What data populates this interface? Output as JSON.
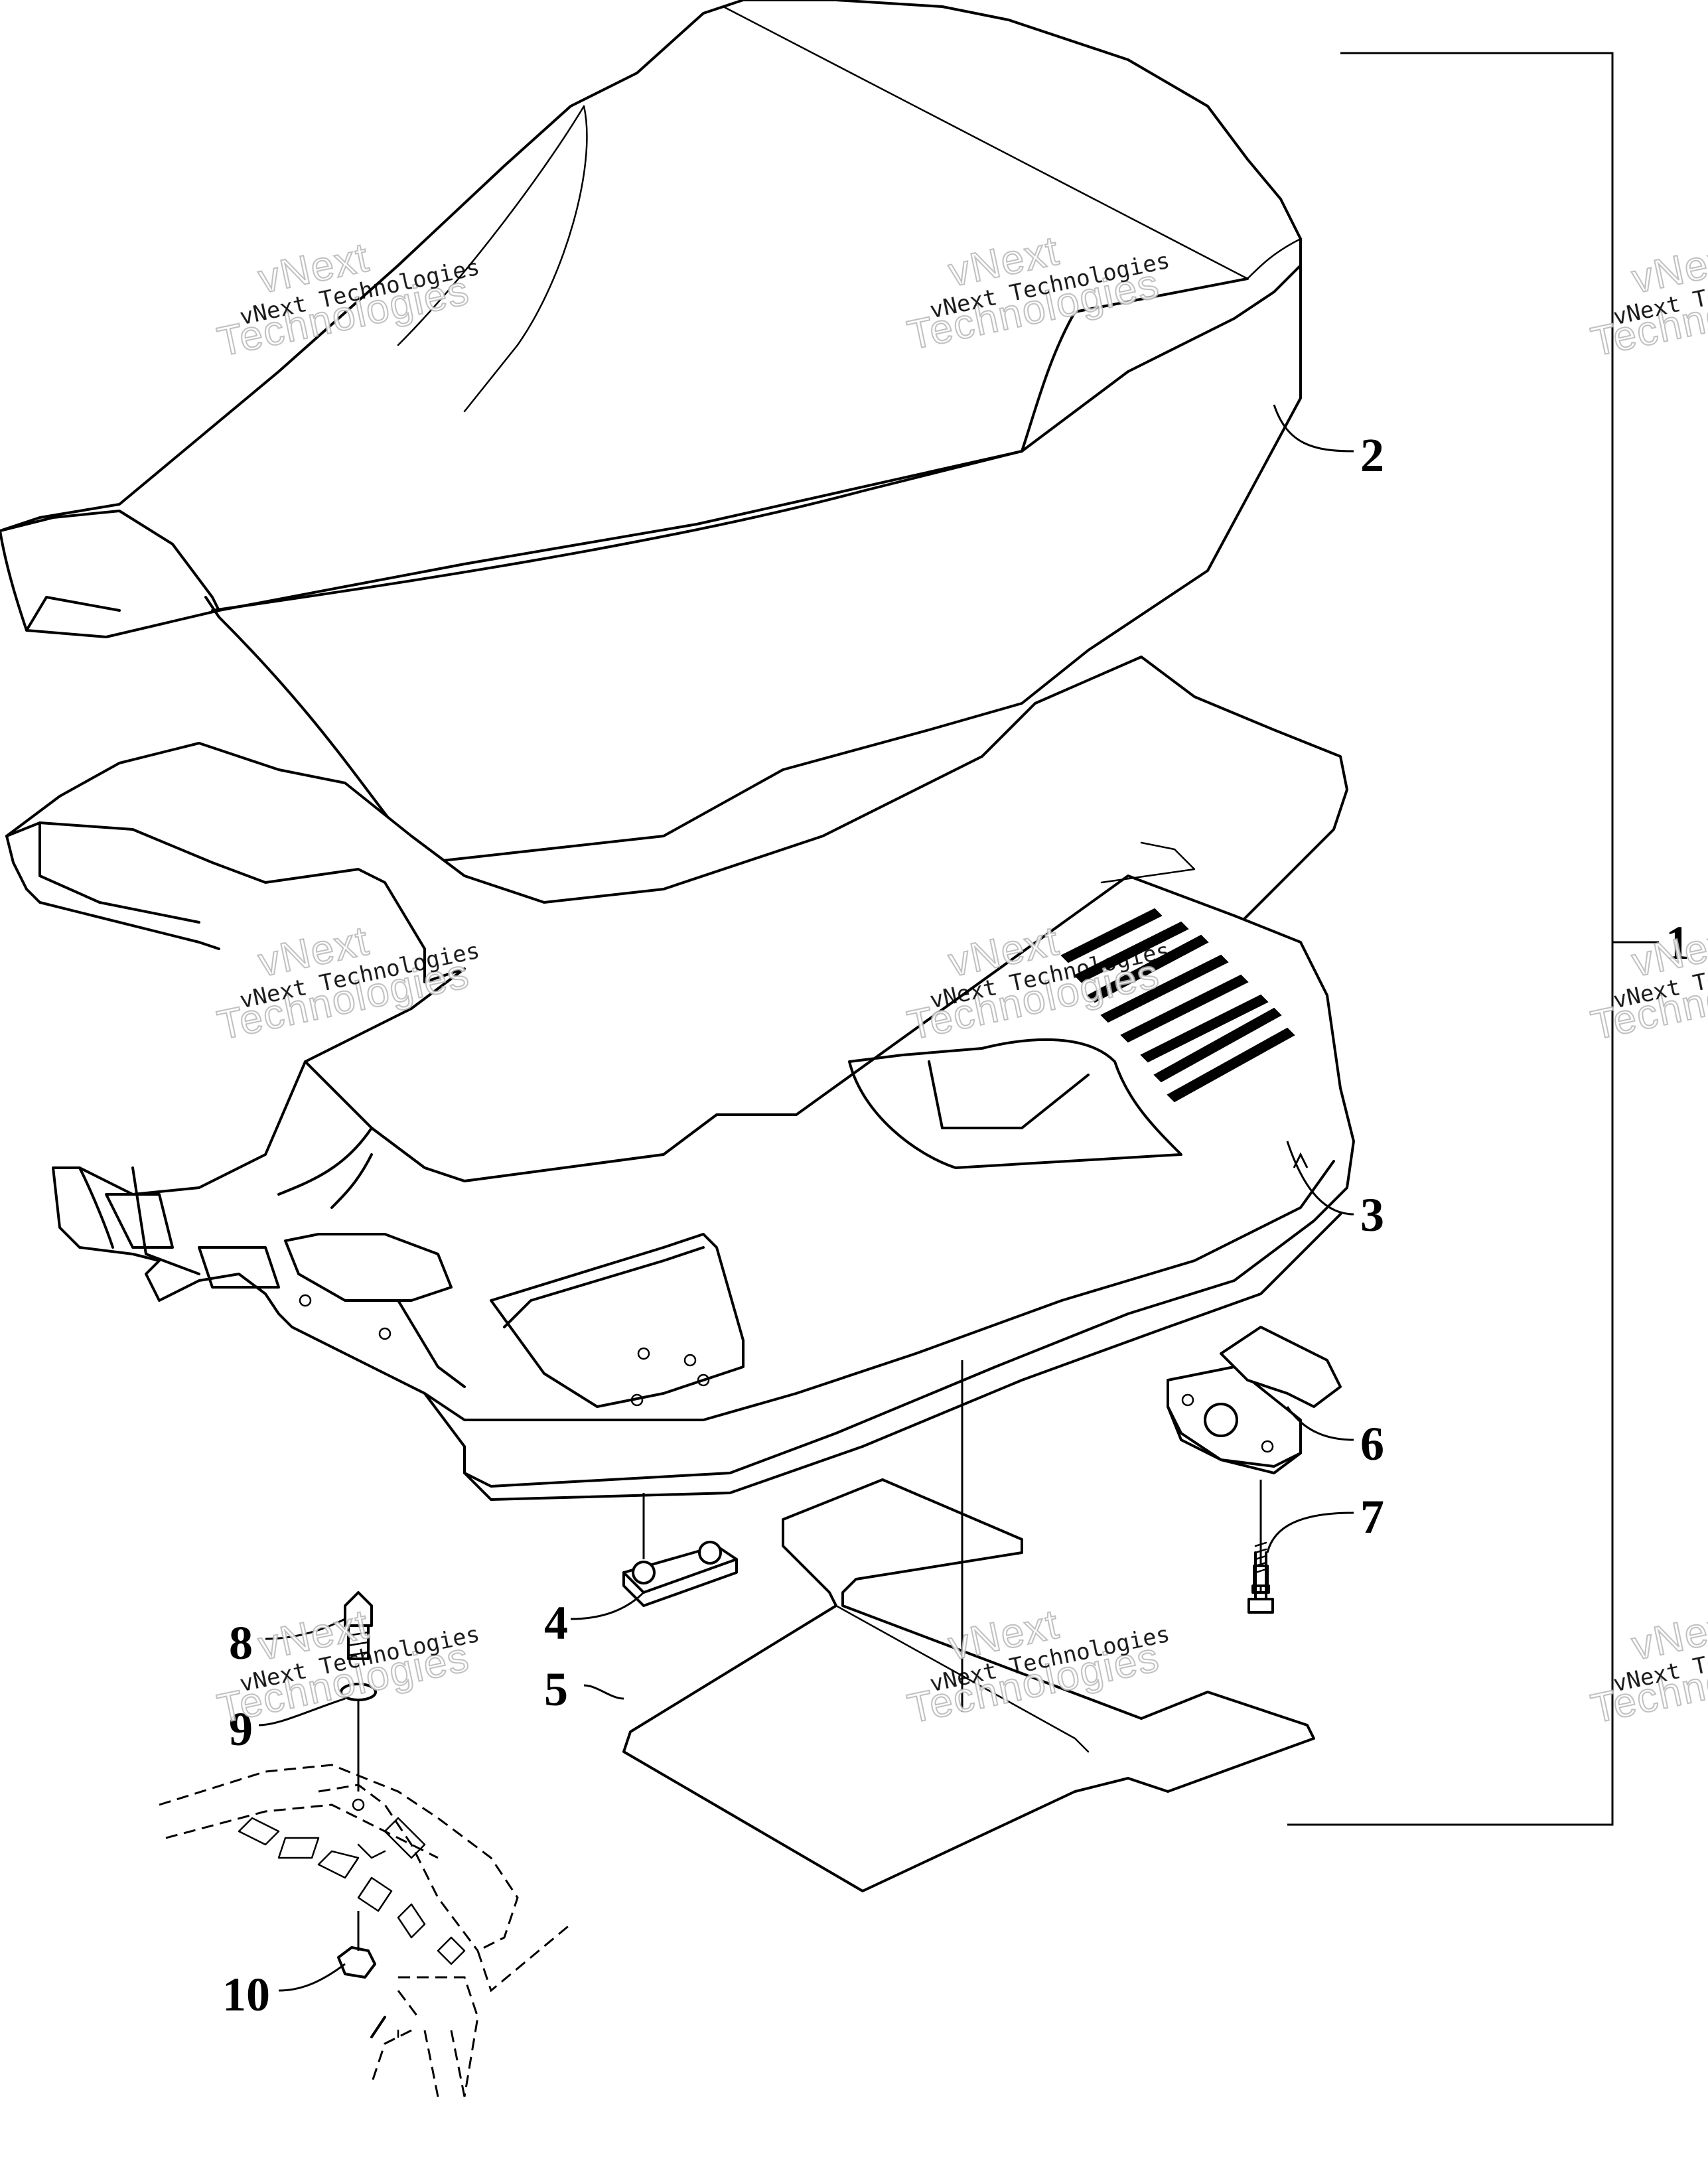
{
  "callouts": [
    {
      "id": "1",
      "label": "1"
    },
    {
      "id": "2",
      "label": "2"
    },
    {
      "id": "3",
      "label": "3"
    },
    {
      "id": "4",
      "label": "4"
    },
    {
      "id": "5",
      "label": "5"
    },
    {
      "id": "6",
      "label": "6"
    },
    {
      "id": "7",
      "label": "7"
    },
    {
      "id": "8",
      "label": "8"
    },
    {
      "id": "9",
      "label": "9"
    },
    {
      "id": "10",
      "label": "10"
    }
  ],
  "watermark": {
    "line1": "vNext Technologies",
    "line2": "vNext",
    "line3": "Technologies"
  }
}
